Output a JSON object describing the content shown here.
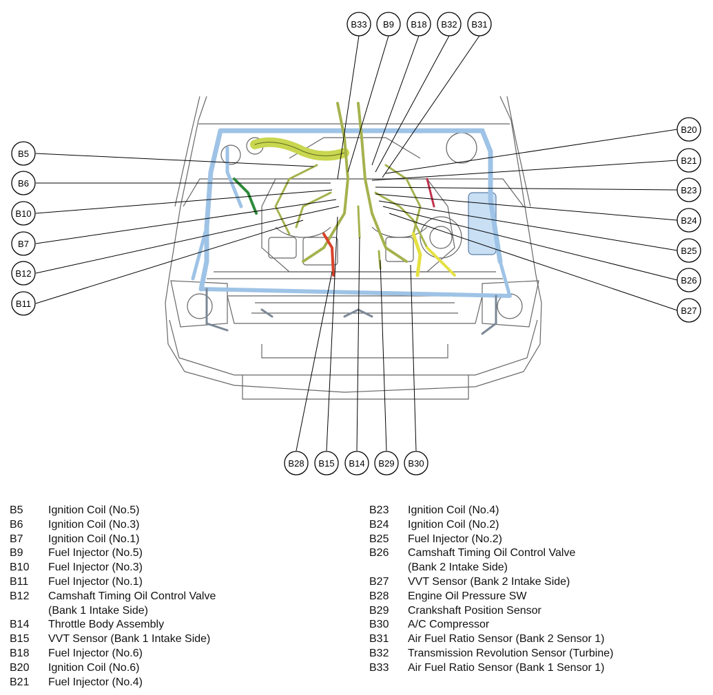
{
  "diagram": {
    "callouts_top": [
      "B33",
      "B9",
      "B18",
      "B32",
      "B31"
    ],
    "callouts_left": [
      "B5",
      "B6",
      "B10",
      "B7",
      "B12",
      "B11"
    ],
    "callouts_right": [
      "B20",
      "B21",
      "B23",
      "B24",
      "B25",
      "B26",
      "B27"
    ],
    "callouts_bottom": [
      "B28",
      "B15",
      "B14",
      "B29",
      "B30"
    ],
    "colors": {
      "harness_yellow": "#d6de5a",
      "harness_green": "#2f8a3a",
      "harness_blue": "#9ec3e6",
      "harness_red": "#d8422a",
      "harness_olive": "#9aa84a",
      "outline": "#555555"
    }
  },
  "legend": {
    "left": [
      {
        "code": "B5",
        "label": "Ignition Coil (No.5)"
      },
      {
        "code": "B6",
        "label": "Ignition Coil (No.3)"
      },
      {
        "code": "B7",
        "label": "Ignition Coil (No.1)"
      },
      {
        "code": "B9",
        "label": "Fuel Injector (No.5)"
      },
      {
        "code": "B10",
        "label": "Fuel Injector (No.3)"
      },
      {
        "code": "B11",
        "label": "Fuel Injector (No.1)"
      },
      {
        "code": "B12",
        "label": "Camshaft Timing Oil Control Valve"
      },
      {
        "code": "",
        "label": "(Bank 1 Intake Side)"
      },
      {
        "code": "B14",
        "label": "Throttle Body Assembly"
      },
      {
        "code": "B15",
        "label": "VVT Sensor (Bank 1 Intake Side)"
      },
      {
        "code": "B18",
        "label": "Fuel Injector (No.6)"
      },
      {
        "code": "B20",
        "label": "Ignition Coil (No.6)"
      },
      {
        "code": "B21",
        "label": "Fuel Injector (No.4)"
      }
    ],
    "right": [
      {
        "code": "B23",
        "label": "Ignition Coil (No.4)"
      },
      {
        "code": "B24",
        "label": "Ignition Coil (No.2)"
      },
      {
        "code": "B25",
        "label": "Fuel Injector (No.2)"
      },
      {
        "code": "B26",
        "label": "Camshaft Timing Oil Control Valve"
      },
      {
        "code": "",
        "label": "(Bank 2 Intake Side)"
      },
      {
        "code": "B27",
        "label": "VVT Sensor (Bank 2 Intake Side)"
      },
      {
        "code": "B28",
        "label": "Engine Oil Pressure SW"
      },
      {
        "code": "B29",
        "label": "Crankshaft Position Sensor"
      },
      {
        "code": "B30",
        "label": "A/C Compressor"
      },
      {
        "code": "B31",
        "label": "Air Fuel Ratio Sensor (Bank 2 Sensor 1)"
      },
      {
        "code": "B32",
        "label": "Transmission Revolution Sensor (Turbine)"
      },
      {
        "code": "B33",
        "label": "Air Fuel Ratio Sensor (Bank 1 Sensor 1)"
      }
    ]
  }
}
